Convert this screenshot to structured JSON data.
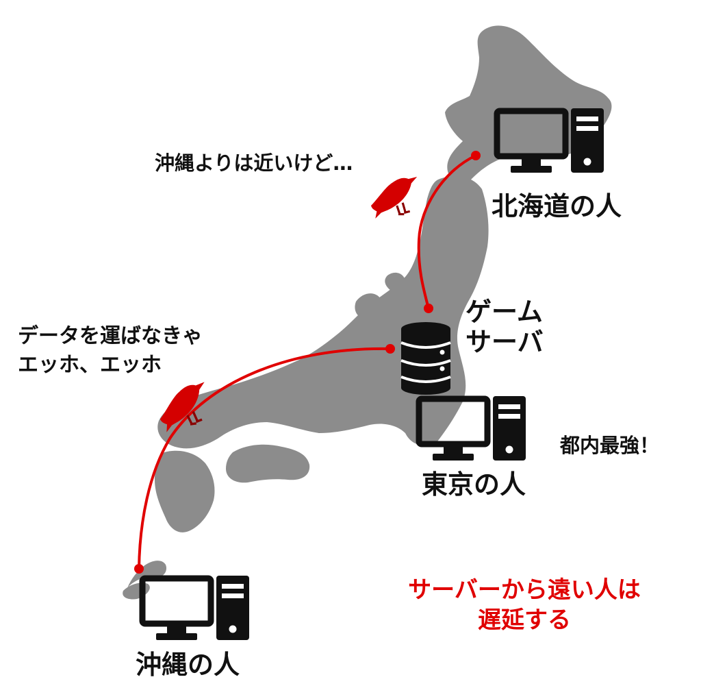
{
  "colors": {
    "land": "#8c8c8c",
    "route": "#e00000",
    "bird": "#d40000",
    "ink": "#111111",
    "warning_text": "#e00000"
  },
  "icons": {
    "computer": "desktop-computer-icon",
    "server": "database-server-icon",
    "bird": "carrier-bird-icon"
  },
  "labels": {
    "hokkaido_person": "北海道の人",
    "tokyo_person": "東京の人",
    "okinawa_person": "沖縄の人",
    "server_line1": "ゲーム",
    "server_line2": "サーバ"
  },
  "bubbles": {
    "near_okinawa": "沖縄よりは近いけど…",
    "carry_line1": "データを運ばなきゃ",
    "carry_line2": "エッホ、エッホ",
    "tokyo_best": "都内最強！"
  },
  "conclusion": {
    "line1": "サーバーから遠い人は",
    "line2": "遅延する"
  }
}
